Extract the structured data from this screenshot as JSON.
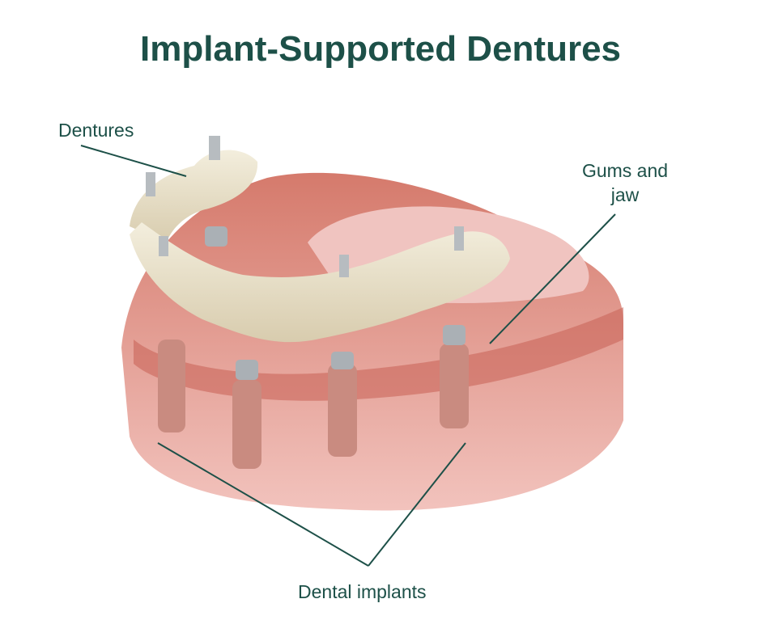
{
  "title": "Implant-Supported Dentures",
  "labels": {
    "dentures": "Dentures",
    "gums_line1": "Gums and",
    "gums_line2": "jaw",
    "implants": "Dental implants"
  },
  "colors": {
    "text": "#1d5048",
    "gum": "#e8a39a",
    "tooth": "#ece5cf",
    "implant": "#c9b0aa"
  }
}
